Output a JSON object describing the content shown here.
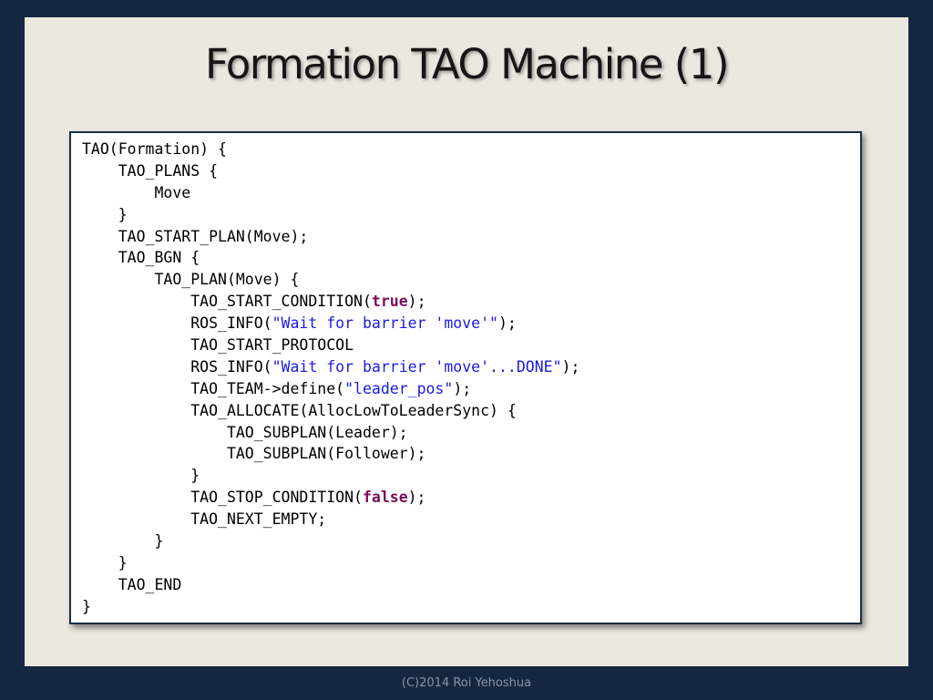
{
  "slide": {
    "title": "Formation TAO Machine (1)",
    "footer": "(C)2014 Roi Yehoshua"
  },
  "colors": {
    "background": "#152641",
    "slide_panel": "#ebe8df",
    "keyword": "#7a0e57",
    "string": "#1a1ae6"
  },
  "code_lines": [
    [
      {
        "t": "TAO(Formation) {",
        "c": "plain"
      }
    ],
    [
      {
        "t": "    TAO_PLANS {",
        "c": "plain"
      }
    ],
    [
      {
        "t": "        Move",
        "c": "plain"
      }
    ],
    [
      {
        "t": "    }",
        "c": "plain"
      }
    ],
    [
      {
        "t": "    TAO_START_PLAN(Move);",
        "c": "plain"
      }
    ],
    [
      {
        "t": "    TAO_BGN {",
        "c": "plain"
      }
    ],
    [
      {
        "t": "        TAO_PLAN(Move) {",
        "c": "plain"
      }
    ],
    [
      {
        "t": "            TAO_START_CONDITION(",
        "c": "plain"
      },
      {
        "t": "true",
        "c": "kw"
      },
      {
        "t": ");",
        "c": "plain"
      }
    ],
    [
      {
        "t": "            ROS_INFO(",
        "c": "plain"
      },
      {
        "t": "\"Wait for barrier 'move'\"",
        "c": "str"
      },
      {
        "t": ");",
        "c": "plain"
      }
    ],
    [
      {
        "t": "            TAO_START_PROTOCOL",
        "c": "plain"
      }
    ],
    [
      {
        "t": "            ROS_INFO(",
        "c": "plain"
      },
      {
        "t": "\"Wait for barrier 'move'...DONE\"",
        "c": "str"
      },
      {
        "t": ");",
        "c": "plain"
      }
    ],
    [
      {
        "t": "            TAO_TEAM->define(",
        "c": "plain"
      },
      {
        "t": "\"leader_pos\"",
        "c": "str"
      },
      {
        "t": ");",
        "c": "plain"
      }
    ],
    [
      {
        "t": "            TAO_ALLOCATE(AllocLowToLeaderSync) {",
        "c": "plain"
      }
    ],
    [
      {
        "t": "                TAO_SUBPLAN(Leader);",
        "c": "plain"
      }
    ],
    [
      {
        "t": "                TAO_SUBPLAN(Follower);",
        "c": "plain"
      }
    ],
    [
      {
        "t": "            }",
        "c": "plain"
      }
    ],
    [
      {
        "t": "            TAO_STOP_CONDITION(",
        "c": "plain"
      },
      {
        "t": "false",
        "c": "kw"
      },
      {
        "t": ");",
        "c": "plain"
      }
    ],
    [
      {
        "t": "            TAO_NEXT_EMPTY;",
        "c": "plain"
      }
    ],
    [
      {
        "t": "        }",
        "c": "plain"
      }
    ],
    [
      {
        "t": "    }",
        "c": "plain"
      }
    ],
    [
      {
        "t": "    TAO_END",
        "c": "plain"
      }
    ],
    [
      {
        "t": "}",
        "c": "plain"
      }
    ]
  ]
}
